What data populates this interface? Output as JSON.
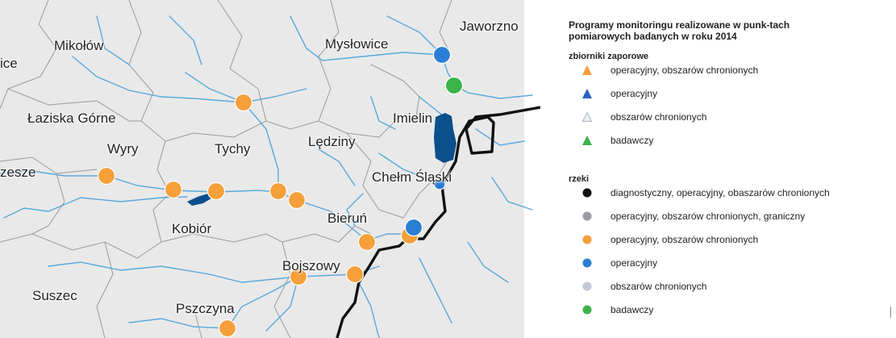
{
  "map": {
    "places": [
      {
        "id": "mikolow",
        "label": "Mikołów"
      },
      {
        "id": "ice",
        "label": "ice"
      },
      {
        "id": "myslowice",
        "label": "Mysłowice"
      },
      {
        "id": "jaworzno",
        "label": "Jaworzno"
      },
      {
        "id": "laziska",
        "label": "Łaziska Górne"
      },
      {
        "id": "imielin",
        "label": "Imielin"
      },
      {
        "id": "wyry",
        "label": "Wyry"
      },
      {
        "id": "tychy",
        "label": "Tychy"
      },
      {
        "id": "ledziny",
        "label": "Lędziny"
      },
      {
        "id": "zesze",
        "label": "zesze"
      },
      {
        "id": "chelm",
        "label": "Chełm Śląski"
      },
      {
        "id": "bierun",
        "label": "Bieruń"
      },
      {
        "id": "kobior",
        "label": "Kobiór"
      },
      {
        "id": "bojszowy",
        "label": "Bojszowy"
      },
      {
        "id": "suszec",
        "label": "Suszec"
      },
      {
        "id": "pszczyna",
        "label": "Pszczyna"
      }
    ],
    "colors": {
      "orange": "#f5a03a",
      "blue": "#2a7fd4",
      "green": "#3bb34a",
      "reservoir": "#0b4f8c",
      "river": "#5aa9dc",
      "boundary": "#111111"
    }
  },
  "legend": {
    "title": "Programy monitoringu realizowane w punk-tach pomiarowych badanych w roku 2014",
    "reservoirs": {
      "heading": "zbiorniki zaporowe",
      "items": [
        {
          "label": "operacyjny, obszarów chronionych",
          "symbol": "triangle",
          "color": "#f5a03a"
        },
        {
          "label": "operacyjny",
          "symbol": "triangle",
          "color": "#2a62c4"
        },
        {
          "label": "obszarów chronionych",
          "symbol": "triangle-outline",
          "color": "#c8ccd4"
        },
        {
          "label": "badawczy",
          "symbol": "triangle",
          "color": "#3bb34a"
        }
      ]
    },
    "rivers": {
      "heading": "rzeki",
      "items": [
        {
          "label": "diagnostyczny, operacyjny, obaszarów chronionych",
          "symbol": "circle",
          "color": "#111111"
        },
        {
          "label": "operacyjny, obszarów chronionych, graniczny",
          "symbol": "circle",
          "color": "#9a9aa3"
        },
        {
          "label": "operacyjny, obszarów chronionych",
          "symbol": "circle",
          "color": "#f5a03a"
        },
        {
          "label": "operacyjny",
          "symbol": "circle",
          "color": "#2a7fd4"
        },
        {
          "label": "obszarów chronionych",
          "symbol": "circle",
          "color": "#c4c8d6"
        },
        {
          "label": "badawczy",
          "symbol": "circle",
          "color": "#3bb34a"
        }
      ]
    }
  }
}
